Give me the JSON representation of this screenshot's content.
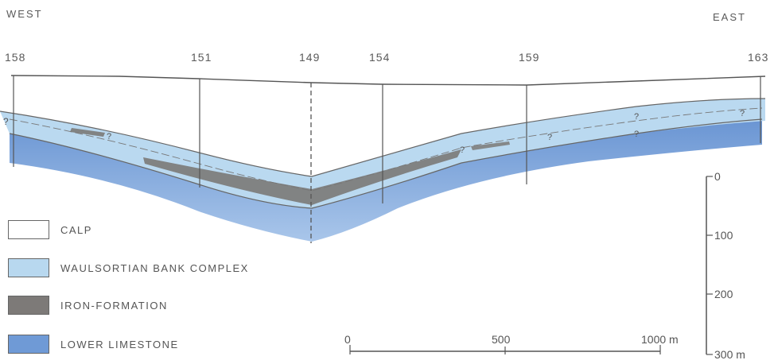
{
  "directions": {
    "west": "WEST",
    "east": "EAST"
  },
  "boreholes": [
    "158",
    "151",
    "149",
    "154",
    "159",
    "163"
  ],
  "query_mark": "?",
  "legend": [
    {
      "label": "CALP",
      "color": "#ffffff"
    },
    {
      "label": "WAULSORTIAN BANK COMPLEX",
      "color": "#b8d8ef"
    },
    {
      "label": "IRON-FORMATION",
      "color": "#7d7a78"
    },
    {
      "label": "LOWER LIMESTONE",
      "color": "#6f9ad6"
    }
  ],
  "horizontal_scale": {
    "labels": [
      "0",
      "500",
      "1000 m"
    ]
  },
  "vertical_scale": {
    "labels": [
      "0",
      "100",
      "200",
      "300 m"
    ]
  }
}
